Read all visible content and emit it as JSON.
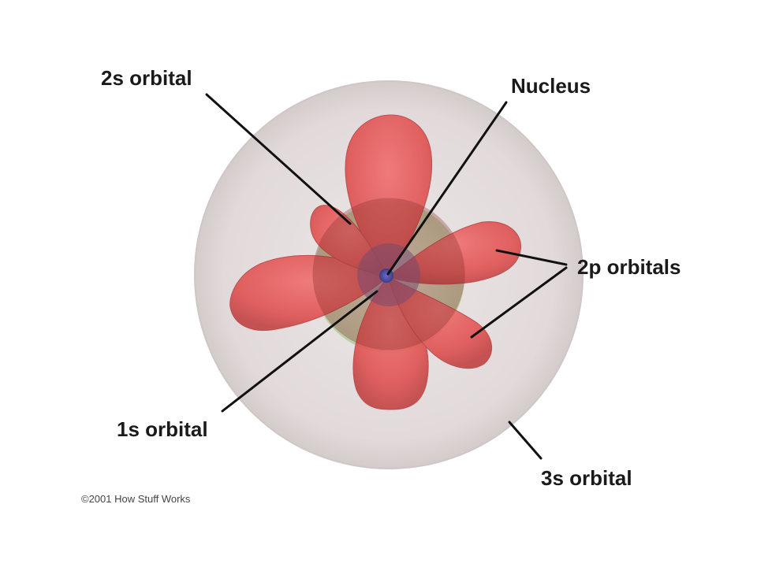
{
  "labels": {
    "orbital_2s": "2s orbital",
    "nucleus": "Nucleus",
    "orbitals_2p": "2p orbitals",
    "orbital_1s": "1s orbital",
    "orbital_3s": "3s orbital"
  },
  "copyright": "©2001 How Stuff Works",
  "colors": {
    "shell_3s": "#e4dcdc",
    "lobe_2p": "#e85a5a",
    "shell_2s": "#9a3a3a",
    "core_1s": "#c6dab0",
    "nucleus": "#5b5ba8"
  }
}
